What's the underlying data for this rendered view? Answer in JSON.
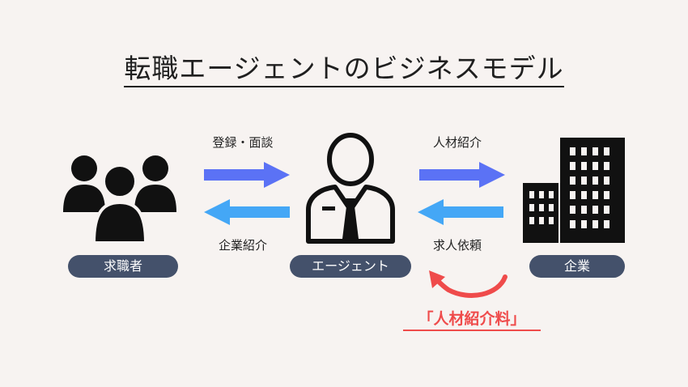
{
  "title": "転職エージェントのビジネスモデル",
  "nodes": {
    "seeker": "求職者",
    "agent": "エージェント",
    "company": "企業"
  },
  "arrows": {
    "seeker_to_agent": "登録・面談",
    "agent_to_seeker": "企業紹介",
    "agent_to_company": "人材紹介",
    "company_to_agent": "求人依頼"
  },
  "fee": "「人材紹介料」",
  "colors": {
    "arrow_right": "#5b72f5",
    "arrow_left": "#44a7f6",
    "fee": "#ef4b4b",
    "pill": "#44516b",
    "icon": "#111111"
  }
}
